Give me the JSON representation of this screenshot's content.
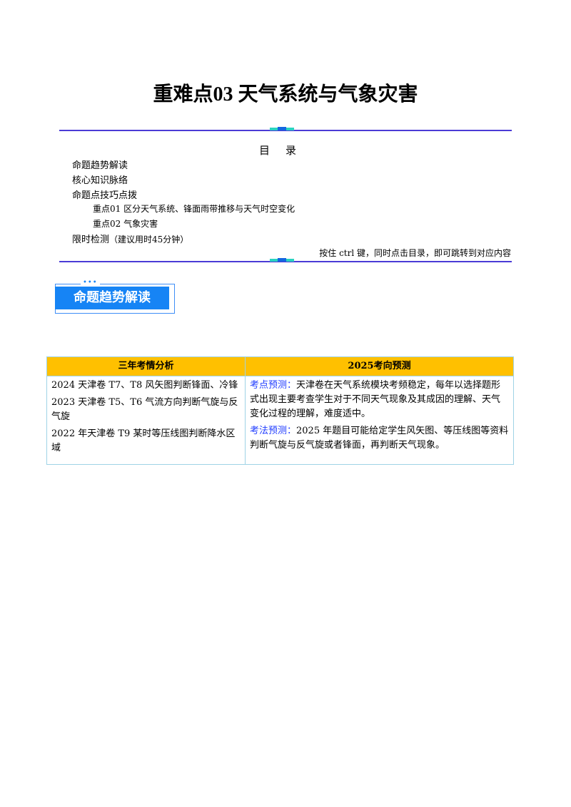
{
  "title": "重难点03  天气系统与气象灾害",
  "toc": {
    "heading": "目录",
    "items": [
      "命题趋势解读",
      "核心知识脉络",
      "命题点技巧点拨"
    ],
    "sub_items": [
      "重点01 区分天气系统、锋面雨带推移与天气时空变化",
      "重点02 气象灾害"
    ],
    "last_item": "限时检测",
    "last_item_note": "（建议用时45分钟）",
    "hint": "按住 ctrl 键，同时点击目录，即可跳转到对应内容"
  },
  "section_badge": "命题趋势解读",
  "table": {
    "headers": [
      "三年考情分析",
      "2025考向预测"
    ],
    "left": [
      "2024 天津卷 T7、T8 风矢图判断锋面、冷锋",
      "2023 天津卷 T5、T6 气流方向判断气旋与反气旋",
      "2022 年天津卷 T9 某时等压线图判断降水区域"
    ],
    "right": [
      {
        "label": "考点预测：",
        "text": "天津卷在天气系统模块考频稳定，每年以选择题形式出现主要考查学生对于不同天气现象及其成因的理解、天气变化过程的理解，难度适中。"
      },
      {
        "label": "考法预测：",
        "text": "2025 年题目可能给定学生风矢图、等压线图等资料判断气旋与反气旋或者锋面，再判断天气现象。"
      }
    ]
  },
  "colors": {
    "rule": "#4b3bd6",
    "badge": "#1684f5",
    "table_header": "#ffc000",
    "label": "#1f3cff"
  }
}
